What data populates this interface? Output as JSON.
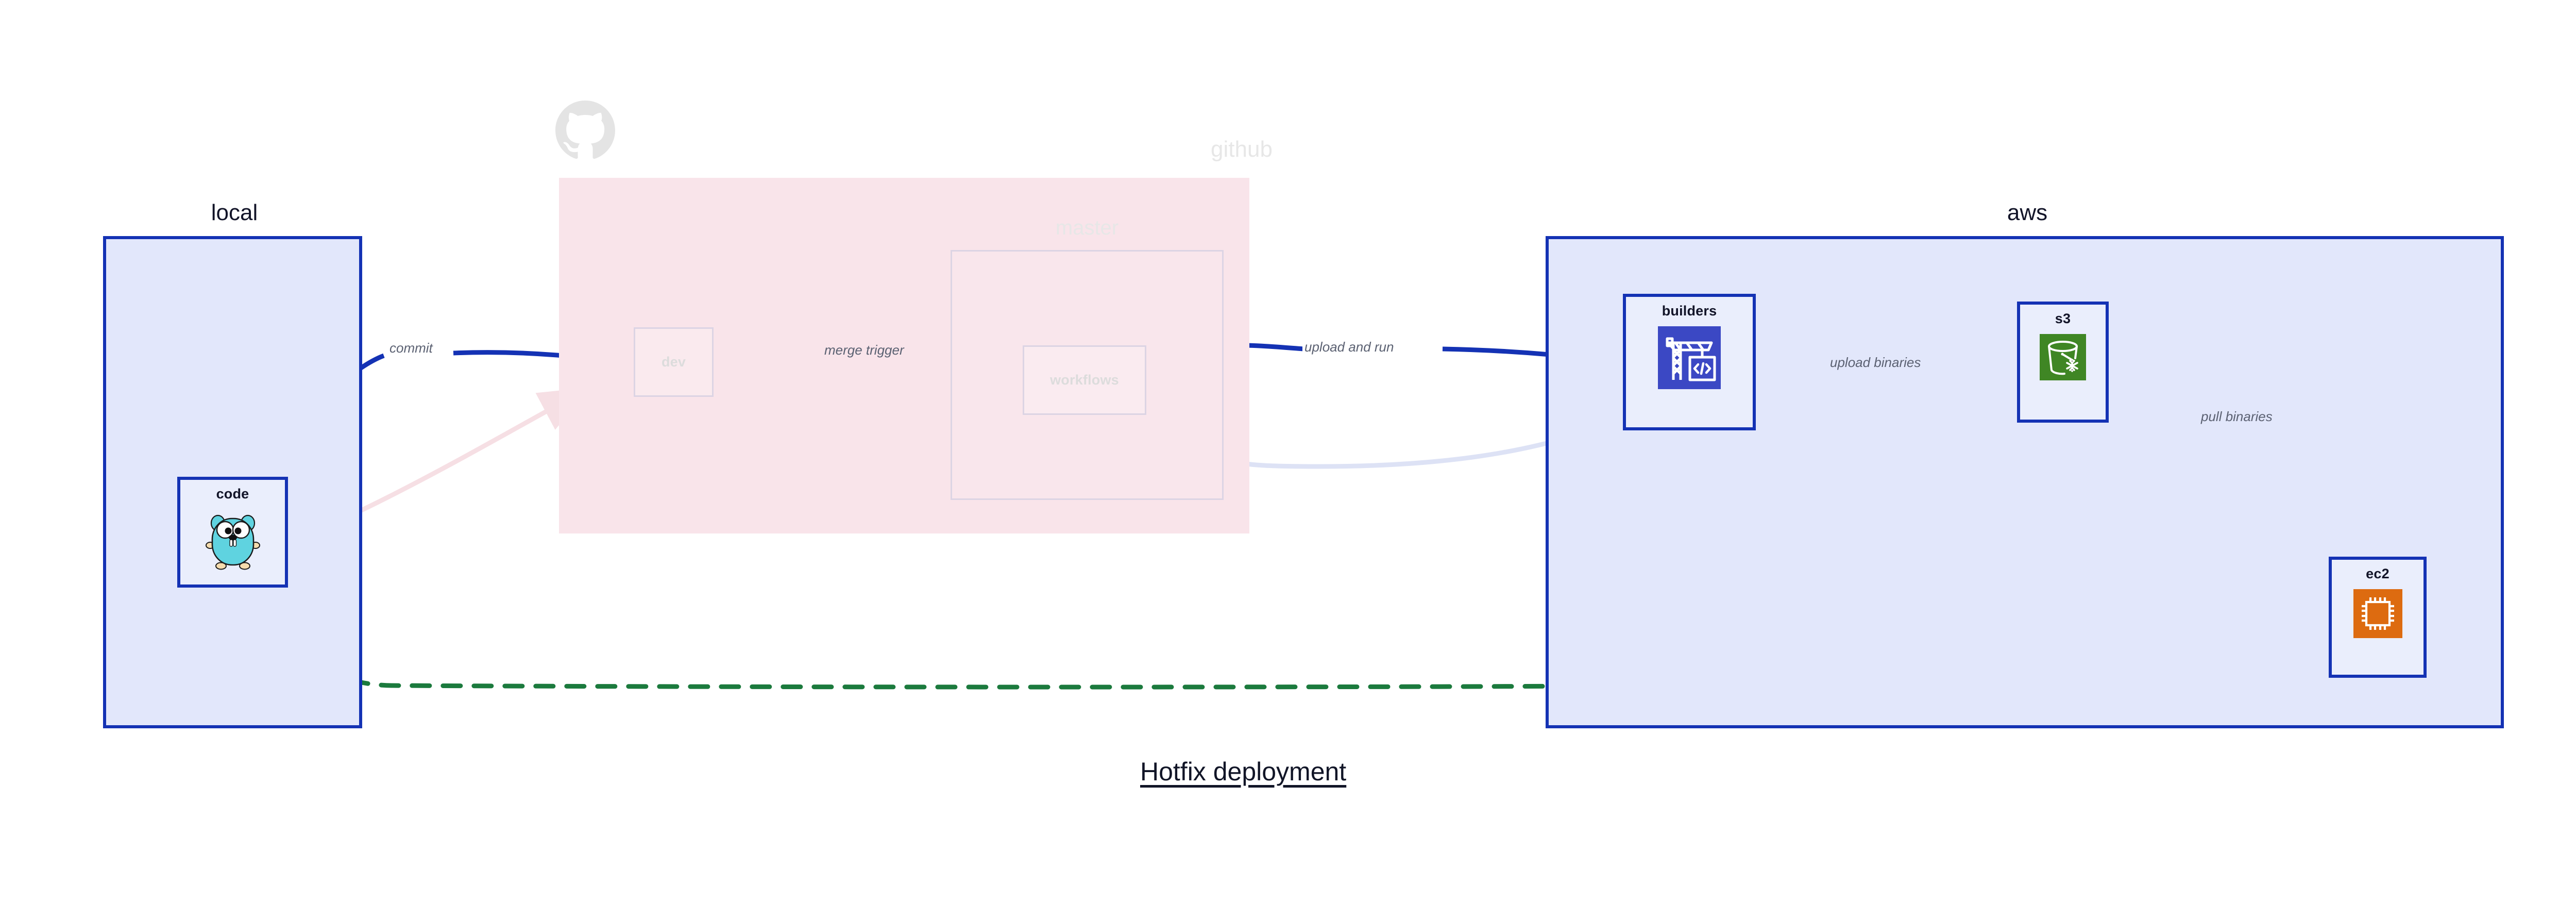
{
  "diagram": {
    "title": "Hotfix deployment",
    "background": "#ffffff"
  },
  "colors": {
    "group_border": "#1432b4",
    "group_fill": "#e2e7fb",
    "github_fill": "#f9e4ea",
    "node_fill": "#eaeefc",
    "edge_blue": "#1432b4",
    "edge_green": "#1b7a3d",
    "edge_label": "#5b6172",
    "faded_text": "#dcdcdc",
    "builders_icon": "#3b48c4",
    "s3_icon": "#3f8624",
    "ec2_icon": "#dd6b10",
    "gopher_body": "#5fd3e0",
    "title_text": "#111527"
  },
  "groups": [
    {
      "id": "local",
      "label": "local",
      "faded": false
    },
    {
      "id": "github",
      "label": "github",
      "faded": true
    },
    {
      "id": "aws",
      "label": "aws",
      "faded": false
    }
  ],
  "nodes": [
    {
      "id": "code",
      "label": "code",
      "icon": "go-gopher-icon",
      "group": "local",
      "faded": false
    },
    {
      "id": "dev",
      "label": "dev",
      "icon": null,
      "group": "github",
      "faded": true
    },
    {
      "id": "master",
      "label": "master",
      "icon": null,
      "group": "github",
      "faded": true
    },
    {
      "id": "workflows",
      "label": "workflows",
      "icon": null,
      "group": "github",
      "faded": true
    },
    {
      "id": "builders",
      "label": "builders",
      "icon": "aws-codebuild-icon",
      "group": "aws",
      "faded": false
    },
    {
      "id": "s3",
      "label": "s3",
      "icon": "aws-s3-bucket-icon",
      "group": "aws",
      "faded": false
    },
    {
      "id": "ec2",
      "label": "ec2",
      "icon": "aws-ec2-chip-icon",
      "group": "aws",
      "faded": false
    }
  ],
  "edges": [
    {
      "id": "commit",
      "from": "code",
      "to": "dev",
      "label": "commit",
      "style": "solid",
      "color": "#1432b4",
      "emphasis": "strong"
    },
    {
      "id": "merge-trigger",
      "from": "dev",
      "to": "workflows",
      "label": "merge trigger",
      "style": "solid",
      "color": "#1432b4",
      "emphasis": "strong"
    },
    {
      "id": "upload-and-run",
      "from": "workflows",
      "to": "builders",
      "label": "upload and run",
      "style": "solid",
      "color": "#1432b4",
      "emphasis": "strong"
    },
    {
      "id": "upload-binaries",
      "from": "builders",
      "to": "s3",
      "label": "upload binaries",
      "style": "solid",
      "color": "#1432b4",
      "emphasis": "strong"
    },
    {
      "id": "pull-binaries",
      "from": "s3",
      "to": "ec2",
      "label": "pull binaries",
      "style": "solid",
      "color": "#1432b4",
      "emphasis": "strong"
    },
    {
      "id": "hotfix-direct",
      "from": "code",
      "to": "ec2",
      "label": "",
      "style": "dashed",
      "color": "#1b7a3d",
      "emphasis": "strong"
    },
    {
      "id": "faded-code-dev",
      "from": "code",
      "to": "dev",
      "label": "",
      "style": "solid",
      "color": "#f6dfe4",
      "emphasis": "faded"
    },
    {
      "id": "faded-dev-workflows",
      "from": "dev",
      "to": "workflows",
      "label": "",
      "style": "solid",
      "color": "#ddd9ec",
      "emphasis": "faded"
    },
    {
      "id": "faded-workflows-build",
      "from": "workflows",
      "to": "builders",
      "label": "",
      "style": "solid",
      "color": "#dde2f5",
      "emphasis": "faded"
    }
  ],
  "icons": {
    "github_logo": "github-octocat-icon"
  }
}
